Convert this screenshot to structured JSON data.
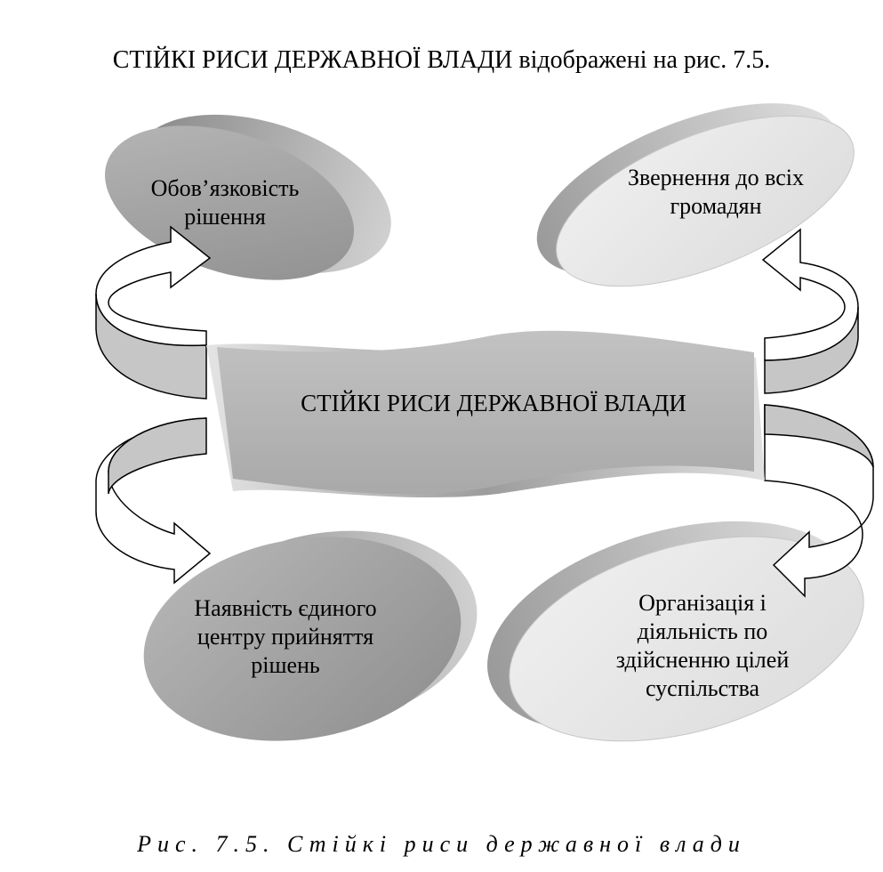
{
  "header": {
    "title_bold": "СТІЙКІ РИСИ ДЕРЖАВНОЇ ВЛАДИ",
    "title_rest": " відображені на рис. 7.5."
  },
  "center": {
    "label": "СТІЙКІ РИСИ ДЕРЖАВНОЇ ВЛАДИ"
  },
  "nodes": {
    "top_left": {
      "lines": [
        "Обов’язковість",
        "рішення"
      ]
    },
    "top_right": {
      "lines": [
        "Звернення до всіх",
        "громадян"
      ]
    },
    "bottom_left": {
      "lines": [
        "Наявність єдиного",
        "центру прийняття",
        "рішень"
      ]
    },
    "bottom_right": {
      "lines": [
        "Організація і",
        "діяльність по",
        "здійсненню цілей",
        "суспільства"
      ]
    }
  },
  "caption": "Рис. 7.5. Стійкі риси державної влади",
  "colors": {
    "dark_ellipse": "#a6a6a6",
    "light_ellipse": "#e8e8e8",
    "center_shape": "#b3b3b3",
    "arrow_fill": "#ffffff",
    "arrow_shade": "#c4c4c4"
  }
}
